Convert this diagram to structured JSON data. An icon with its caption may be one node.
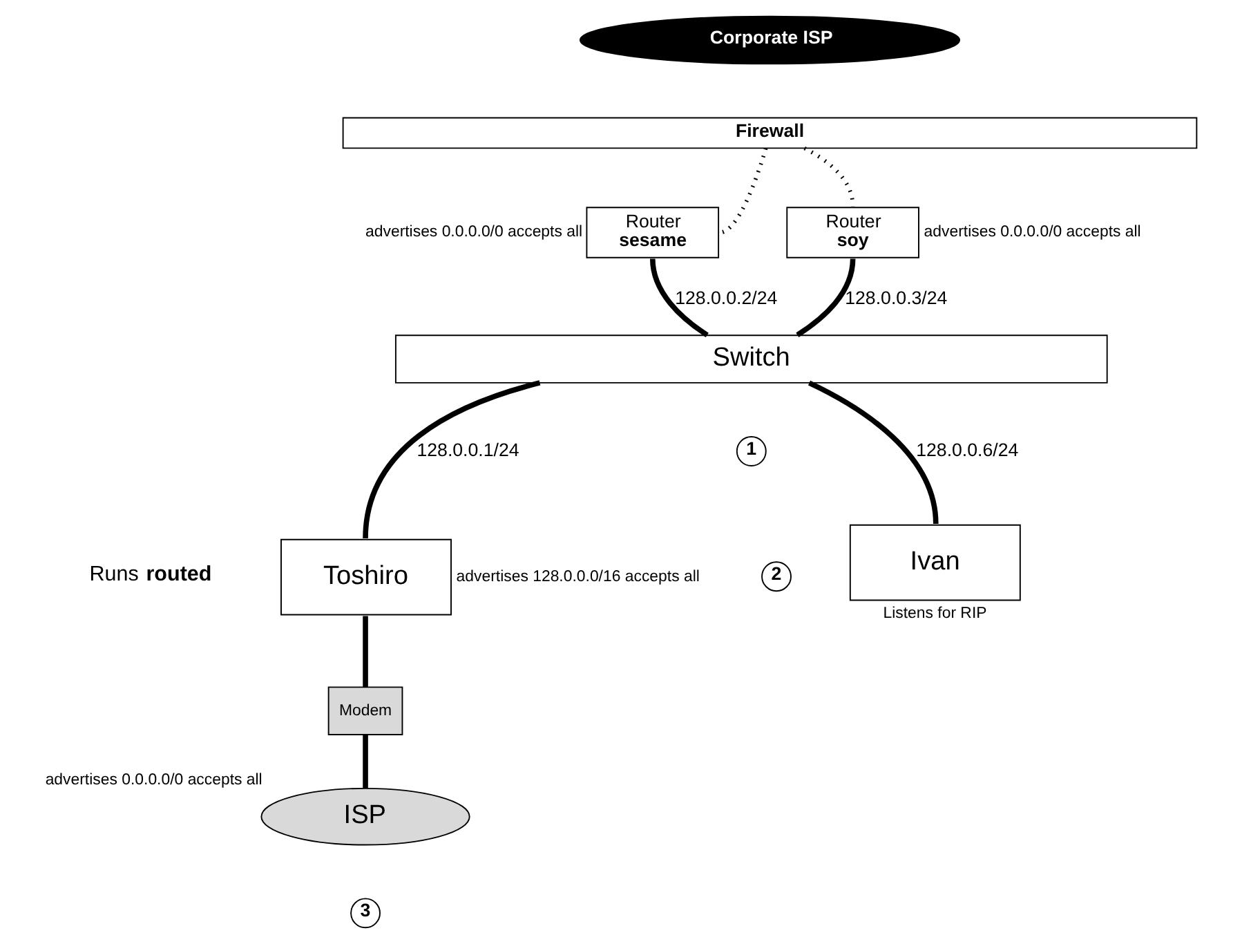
{
  "diagram": {
    "nodes": [
      {
        "text": [
          "Corporate ISP"
        ]
      },
      {
        "text": [
          "Firewall"
        ]
      },
      {
        "text": [
          "Router",
          "sesame"
        ],
        "beside": [
          "advertises 0.0.0.0/0 accepts all"
        ]
      },
      {
        "text": [
          "Router",
          "soy"
        ],
        "beside": [
          "advertises 0.0.0.0/0 accepts all"
        ]
      },
      {
        "text": [
          "Switch"
        ]
      },
      {
        "text": [
          "Toshiro"
        ],
        "beside": [
          "advertises 128.0.0.0/16 accepts all"
        ]
      },
      {
        "text": [
          "Ivan"
        ],
        "beside": [
          "Listens for RIP"
        ]
      },
      {
        "text": [
          "Modem"
        ]
      },
      {
        "text": [
          "ISP"
        ],
        "beside": [
          "advertises 0.0.0.0/0 accepts all"
        ]
      },
      {
        "text": [
          "1"
        ]
      },
      {
        "text": [
          "2"
        ]
      },
      {
        "text": [
          "3"
        ]
      }
    ],
    "edges": [
      {
        "from": 1,
        "to": 2,
        "arrow": "none",
        "style": "dashed"
      },
      {
        "from": 1,
        "to": 3,
        "arrow": "none",
        "style": "dashed"
      },
      {
        "from": 2,
        "to": 4,
        "arrow": "none",
        "label": "128.0.0.2/24"
      },
      {
        "from": 3,
        "to": 4,
        "arrow": "none",
        "label": "128.0.0.3/24"
      },
      {
        "from": 4,
        "to": 5,
        "arrow": "none",
        "label": "128.0.0.1/24"
      },
      {
        "from": 4,
        "to": 6,
        "arrow": "none",
        "label": "128.0.0.6/24"
      },
      {
        "from": 5,
        "to": 7,
        "arrow": "none"
      },
      {
        "from": 7,
        "to": 8,
        "arrow": "none"
      }
    ],
    "labels": [
      "Runs **routed**"
    ]
  }
}
